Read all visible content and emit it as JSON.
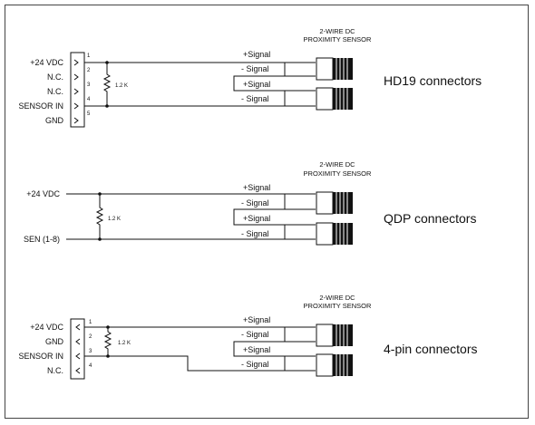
{
  "sections": [
    {
      "sensor_title": [
        "2-WIRE DC",
        "PROXIMITY SENSOR"
      ],
      "terminal_labels": [
        "+24 VDC",
        "N.C.",
        "N.C.",
        "SENSOR IN",
        "GND"
      ],
      "pin_numbers": [
        "1",
        "2",
        "3",
        "4",
        "5"
      ],
      "resistor": "1.2 K",
      "signals": [
        "+Signal",
        "- Signal",
        "+Signal",
        "- Signal"
      ],
      "connector_name": "HD19 connectors"
    },
    {
      "sensor_title": [
        "2-WIRE DC",
        "PROXIMITY SENSOR"
      ],
      "terminal_labels": [
        "+24 VDC",
        "SEN (1-8)"
      ],
      "resistor": "1.2 K",
      "signals": [
        "+Signal",
        "- Signal",
        "+Signal",
        "- Signal"
      ],
      "connector_name": "QDP connectors"
    },
    {
      "sensor_title": [
        "2-WIRE DC",
        "PROXIMITY SENSOR"
      ],
      "terminal_labels": [
        "+24 VDC",
        "GND",
        "SENSOR IN",
        "N.C."
      ],
      "pin_numbers": [
        "1",
        "2",
        "3",
        "4"
      ],
      "resistor": "1.2 K",
      "signals": [
        "+Signal",
        "- Signal",
        "+Signal",
        "- Signal"
      ],
      "connector_name": "4-pin connectors"
    }
  ]
}
